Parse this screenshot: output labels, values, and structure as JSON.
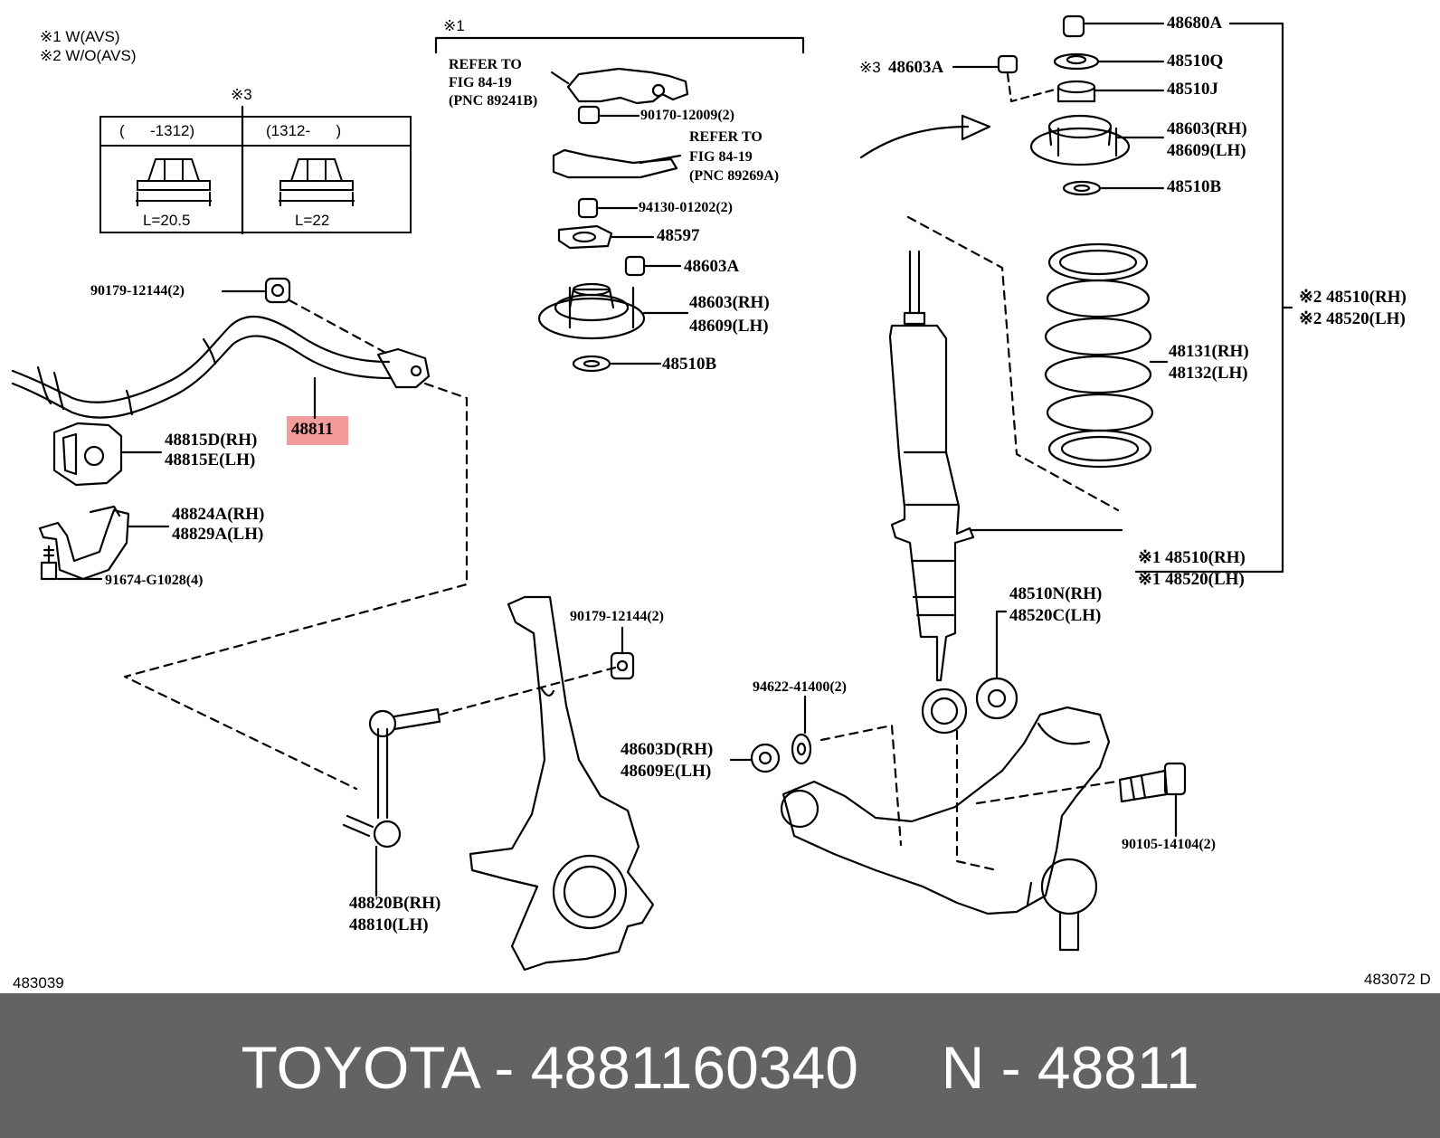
{
  "notes": {
    "note1": "※1  W(AVS)",
    "note2": "※2  W/O(AVS)",
    "note3_symbol": "※3",
    "group1_symbol": "※1"
  },
  "table": {
    "col1_header": "(      -1312)",
    "col2_header": "(1312-      )",
    "col1_length": "L=20.5",
    "col2_length": "L=22"
  },
  "callouts": {
    "p90179_top": "90179-12144(2)",
    "p48811": "48811",
    "p48815d": "48815D(RH)",
    "p48815e": "48815E(LH)",
    "p48824a": "48824A(RH)",
    "p48829a": "48829A(LH)",
    "p91674": "91674-G1028(4)",
    "refer1_a": "REFER TO",
    "refer1_b": "FIG 84-19",
    "refer1_c": "(PNC 89241B)",
    "p90170": "90170-12009(2)",
    "refer2_a": "REFER TO",
    "refer2_b": "FIG 84-19",
    "refer2_c": "(PNC 89269A)",
    "p94130": "94130-01202(2)",
    "p48597": "48597",
    "p48603a_mid": "48603A",
    "p48603_mid": "48603(RH)",
    "p48609_mid": "48609(LH)",
    "p48510b_mid": "48510B",
    "p48603a_top_sym": "※3",
    "p48603a_top": "48603A",
    "p48680a": "48680A",
    "p48510q": "48510Q",
    "p48510j": "48510J",
    "p48603_right": "48603(RH)",
    "p48609_right": "48609(LH)",
    "p48510b_right": "48510B",
    "p48510_wo": "※2 48510(RH)",
    "p48520_wo": "※2 48520(LH)",
    "p48131": "48131(RH)",
    "p48132": "48132(LH)",
    "p48510_w": "※1 48510(RH)",
    "p48520_w": "※1 48520(LH)",
    "p48510n": "48510N(RH)",
    "p48520c": "48520C(LH)",
    "p90179_mid": "90179-12144(2)",
    "p94622": "94622-41400(2)",
    "p48603d": "48603D(RH)",
    "p48609e": "48609E(LH)",
    "p90105": "90105-14104(2)",
    "p48820b": "48820B(RH)",
    "p48810": "48810(LH)"
  },
  "codes": {
    "left": "483039",
    "right": "483072 D"
  },
  "footer": {
    "text": "TOYOTA - 4881160340     N - 48811"
  },
  "colors": {
    "highlight": "#f39a9a",
    "footer_bg": "#636363",
    "footer_text": "#ffffff"
  }
}
